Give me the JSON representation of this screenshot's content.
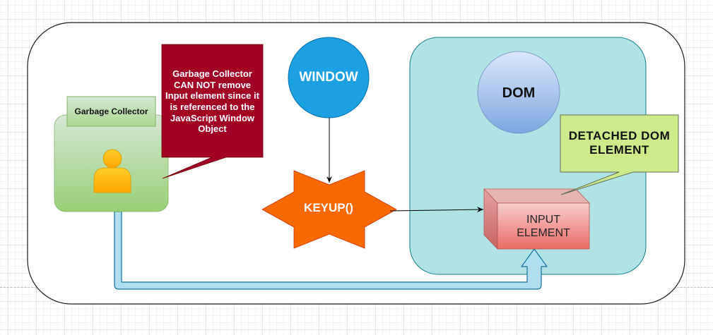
{
  "diagram": {
    "garbage_collector": {
      "label": "Garbage Collector",
      "icon": "user-icon"
    },
    "callout_note": {
      "text": "Garbage Collector CAN NOT remove Input element since it is referenced to the JavaScript Window Object"
    },
    "window_node": {
      "label": "WINDOW"
    },
    "keyup_node": {
      "label": "KEYUP()"
    },
    "dom_node": {
      "label": "DOM"
    },
    "detached_callout": {
      "text": "DETACHED DOM ELEMENT"
    },
    "input_element": {
      "label": "INPUT ELEMENT"
    },
    "colors": {
      "callout_note_fill": "#a20025",
      "window_fill": "#1ba1e2",
      "keyup_fill": "#fa6800",
      "dom_container_fill": "#b0e3e6",
      "dom_container_stroke": "#0e8088",
      "detached_fill": "#cdeb8b",
      "input_fill_top": "#f8cecc",
      "input_fill_bottom": "#ea6b66",
      "gc_fill_top": "#d5e8d4",
      "gc_fill_bottom": "#97d077",
      "flow_arrow_fill": "#b1ddf0",
      "flow_arrow_stroke": "#10739e"
    }
  }
}
